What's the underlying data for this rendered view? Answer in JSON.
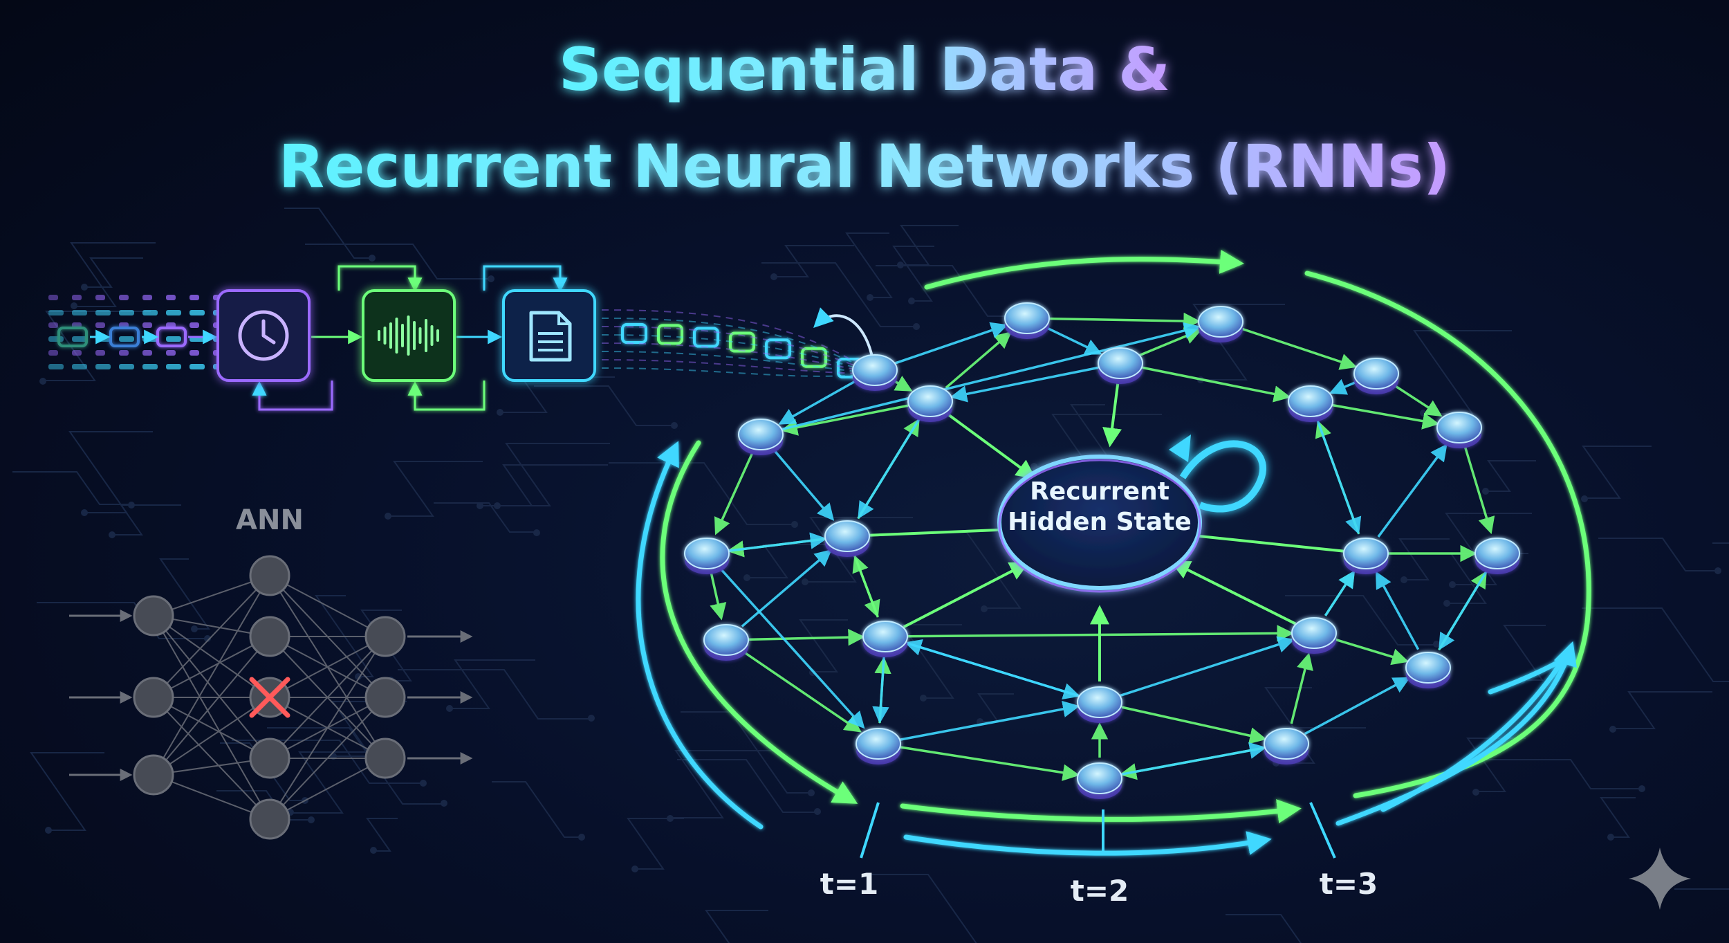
{
  "title": {
    "line1": "Sequential Data &",
    "line2": "Recurrent Neural Networks (RNNs)"
  },
  "ann": {
    "label": "ANN",
    "blocked_marker": "x-mark-icon"
  },
  "hidden_state": {
    "line1": "Recurrent",
    "line2": "Hidden State"
  },
  "timesteps": [
    "t=1",
    "t=2",
    "t=3"
  ],
  "input_icons": [
    "clock-icon",
    "audio-waveform-icon",
    "document-icon"
  ],
  "colors": {
    "title_cyan": "#5ef2ff",
    "title_violet": "#b48cff",
    "cyan": "#3fd8ff",
    "green": "#6cff7a",
    "violet": "#9b6bff",
    "ann_gray": "#6a6e78",
    "blocked_red": "#ff5a5a",
    "background": "#050a1a"
  },
  "corner_icon": "sparkle-icon"
}
